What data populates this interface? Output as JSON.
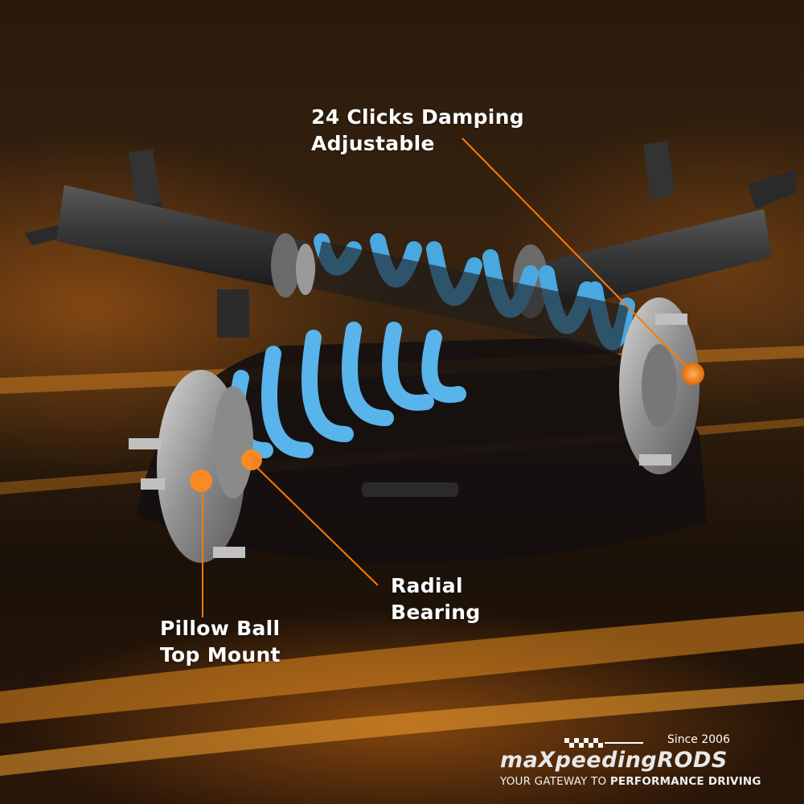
{
  "callouts": {
    "damping": {
      "line1": "24 Clicks Damping",
      "line2": "Adjustable"
    },
    "radial": {
      "line1": "Radial",
      "line2": "Bearing"
    },
    "pillow": {
      "line1": "Pillow Ball",
      "line2": "Top Mount"
    }
  },
  "brand": {
    "since": "Since 2006",
    "logo_left": "maX",
    "logo_right": "peedingRODS",
    "tagline_normal": "YOUR GATEWAY TO ",
    "tagline_bold": "PERFORMANCE DRIVING"
  },
  "colors": {
    "accent": "#ff7a00",
    "spring": "#4aa8e0",
    "text": "#ffffff"
  }
}
